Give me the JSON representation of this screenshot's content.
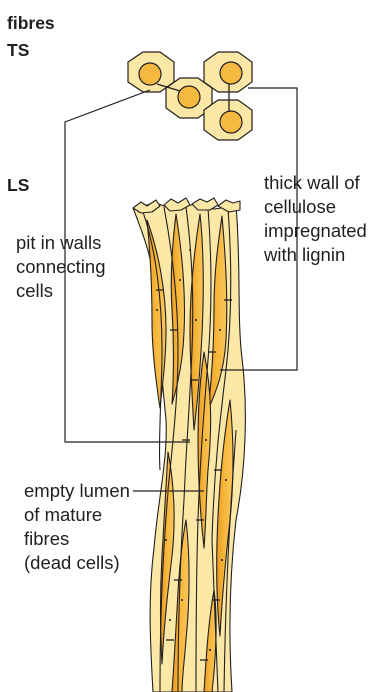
{
  "headings": {
    "title": "fibres",
    "ts": "TS",
    "ls": "LS"
  },
  "labels": {
    "thick_wall": [
      "thick wall of",
      "cellulose",
      "impregnated",
      "with lignin"
    ],
    "pit": [
      "pit in walls",
      "connecting",
      "cells"
    ],
    "lumen": [
      "empty lumen",
      "of mature",
      "fibres",
      "(dead cells)"
    ]
  },
  "colors": {
    "wall": "#fbe7a6",
    "lumen": "#f5b942",
    "lumen_dark": "#e89a20",
    "outline": "#231f20"
  }
}
